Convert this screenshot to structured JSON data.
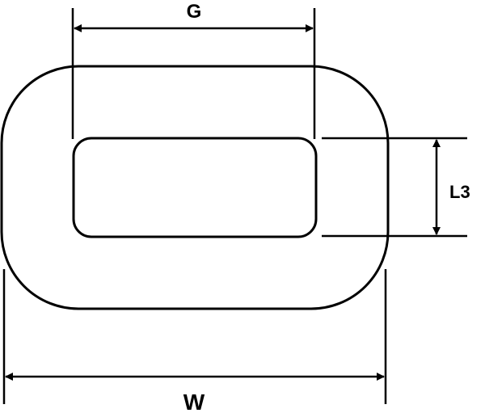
{
  "labels": {
    "g": "G",
    "l3": "L3",
    "w": "W"
  },
  "colors": {
    "stroke": "#000000",
    "background": "#ffffff"
  }
}
